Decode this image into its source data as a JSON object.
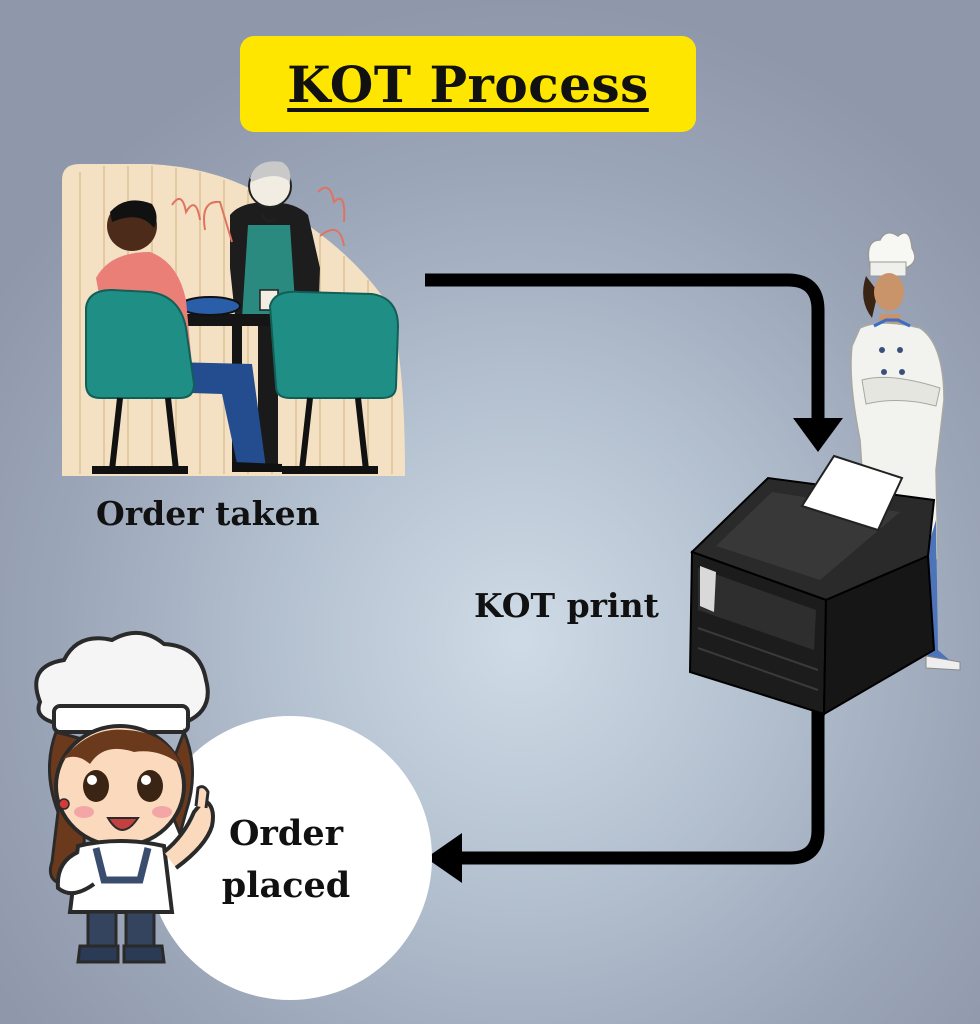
{
  "title": "KOT Process",
  "steps": {
    "order_taken": "Order taken",
    "kot_print": "KOT print",
    "order_placed_line1": "Order",
    "order_placed_line2": "placed"
  },
  "colors": {
    "title_background": "#ffe600",
    "arrow": "#000000",
    "chair_teal": "#1f8f86",
    "printer_body": "#222222"
  },
  "icons": [
    "restaurant-order-illustration",
    "standing-chef-illustration",
    "receipt-printer-illustration",
    "cartoon-girl-chef-illustration"
  ]
}
